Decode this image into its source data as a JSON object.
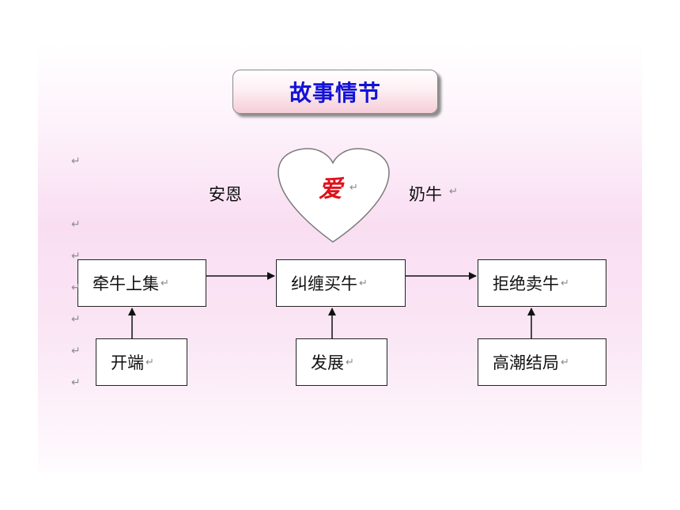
{
  "title": "故事情节",
  "top": {
    "left_label": "安恩",
    "heart_label": "爱",
    "right_label": "奶牛"
  },
  "events": [
    "牵牛上集",
    "纠缠买牛",
    "拒绝卖牛"
  ],
  "stages": [
    "开端",
    "发展",
    "高潮结局"
  ],
  "return_mark": "↵",
  "colors": {
    "title_text": "#1212d6",
    "heart_text": "#e0101a",
    "panel_pink": "#f9def2"
  }
}
